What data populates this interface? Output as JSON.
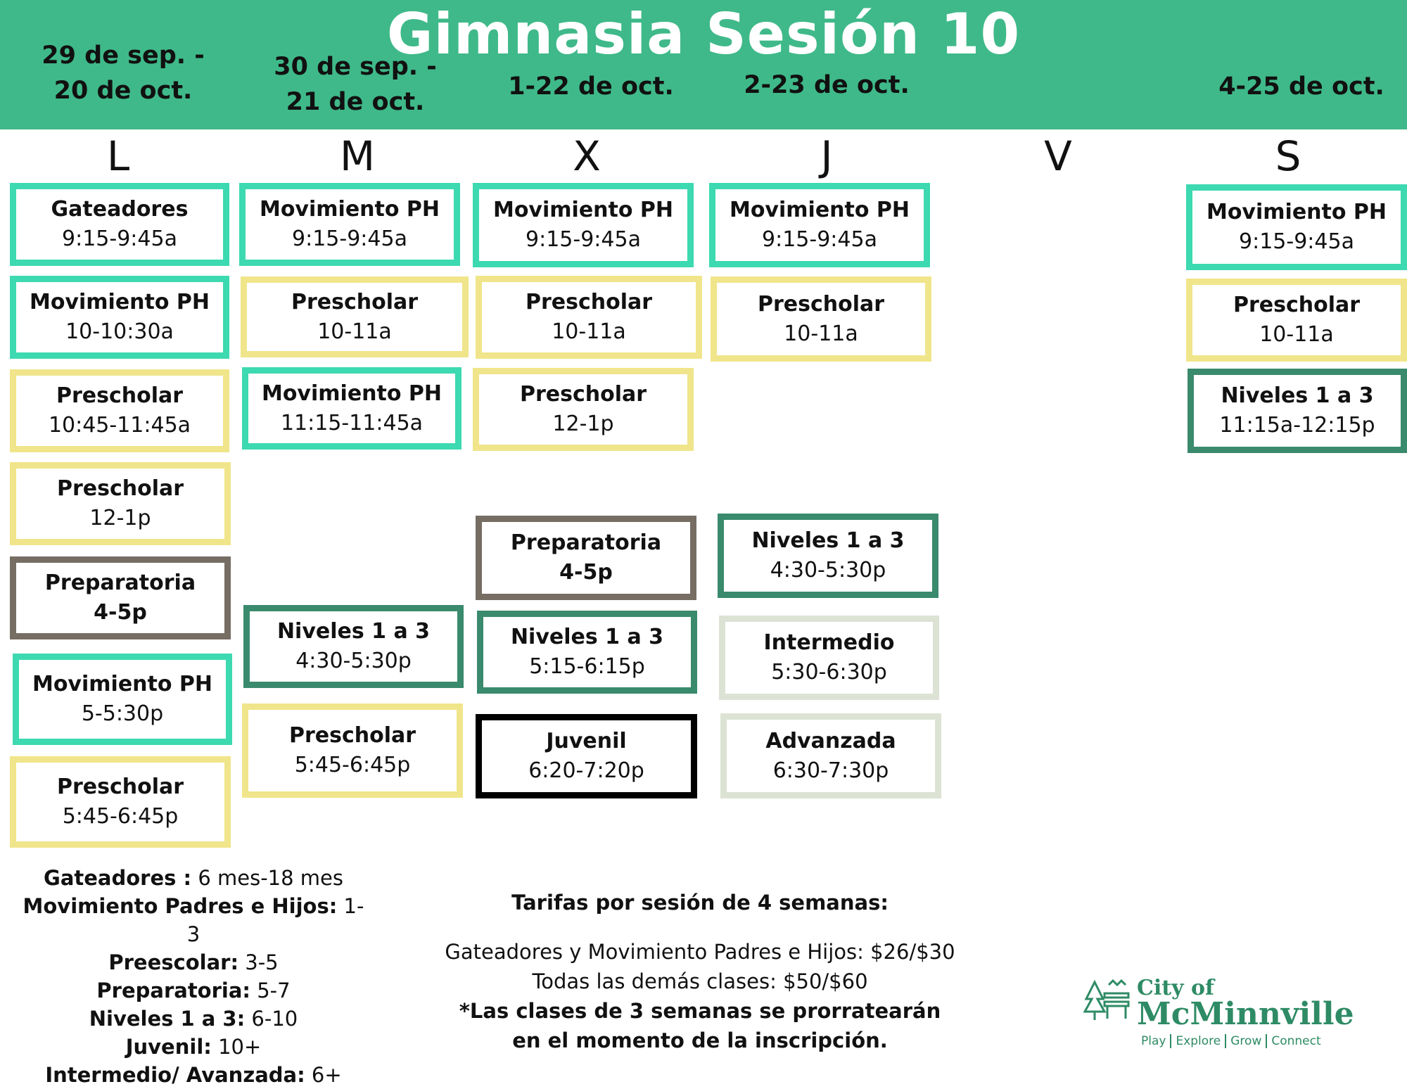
{
  "title": "Gimnasia Sesión 10",
  "dates": {
    "mon": [
      "29 de sep. -",
      "20 de oct."
    ],
    "tue": [
      "30 de sep. -",
      "21 de oct."
    ],
    "wed": "1-22 de oct.",
    "thu": "2-23 de oct.",
    "sat": "4-25 de oct."
  },
  "days": [
    "L",
    "M",
    "X",
    "J",
    "V",
    "S"
  ],
  "classes": {
    "gateadores": "Gateadores",
    "movimiento": "Movimiento PH",
    "prescholar": "Prescholar",
    "preparatoria": "Preparatoria",
    "niveles": "Niveles 1 a 3",
    "juvenil": "Juvenil",
    "intermedio": "Intermedio",
    "advanzada": "Advanzada"
  },
  "times": {
    "mon": [
      "9:15-9:45a",
      "10-10:30a",
      "10:45-11:45a",
      "12-1p",
      "4-5p",
      "5-5:30p",
      "5:45-6:45p"
    ],
    "tue": [
      "9:15-9:45a",
      "10-11a",
      "11:15-11:45a",
      "4:30-5:30p",
      "5:45-6:45p"
    ],
    "wed": [
      "9:15-9:45a",
      "10-11a",
      "12-1p",
      "4-5p",
      "5:15-6:15p",
      "6:20-7:20p"
    ],
    "thu": [
      "9:15-9:45a",
      "10-11a",
      "4:30-5:30p",
      "5:30-6:30p",
      "6:30-7:30p"
    ],
    "sat": [
      "9:15-9:45a",
      "10-11a",
      "11:15a-12:15p"
    ]
  },
  "ages": [
    {
      "label": "Gateadores :",
      "value": " 6 mes-18 mes"
    },
    {
      "label": "Movimiento Padres e Hijos:",
      "value": " 1-3"
    },
    {
      "label": "Preescolar:",
      "value": " 3-5"
    },
    {
      "label": "Preparatoria:",
      "value": " 5-7"
    },
    {
      "label": "Niveles 1 a 3:",
      "value": " 6-10"
    },
    {
      "label": "Juvenil:",
      "value": " 10+"
    },
    {
      "label": "Intermedio/ Avanzada:",
      "value": " 6+"
    }
  ],
  "fees": {
    "heading": "Tarifas por sesión de 4 semanas:",
    "line1": "Gateadores y Movimiento Padres e Hijos: $26/$30",
    "line2": "Todas las demás clases: $50/$60",
    "note": "*Las clases de 3 semanas se prorratearán en el momento de la inscripción."
  },
  "logo": {
    "city": "City of",
    "name": "McMinnville",
    "tags": [
      "Play",
      "Explore",
      "Grow",
      "Connect"
    ]
  },
  "colors": {
    "header": "#3fb989",
    "teal": "#3dd9b0",
    "yellow": "#f0e58a",
    "gray": "#766d63",
    "green": "#3a8a6d",
    "black": "#000000",
    "sage": "#dce3d4"
  }
}
